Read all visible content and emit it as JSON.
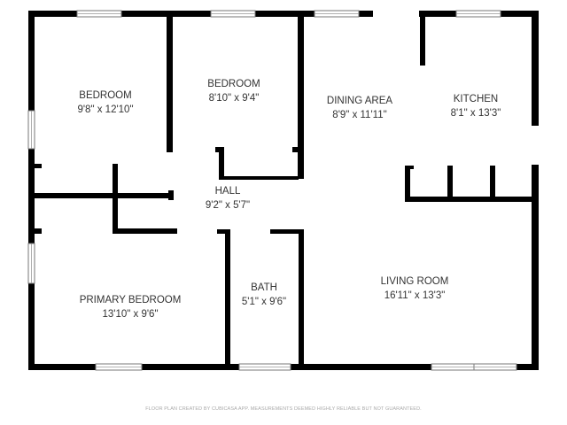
{
  "rooms": [
    {
      "name": "BEDROOM",
      "size": "9'8\" x 12'10\""
    },
    {
      "name": "BEDROOM",
      "size": "8'10\" x 9'4\""
    },
    {
      "name": "DINING AREA",
      "size": "8'9\" x 11'11\""
    },
    {
      "name": "KITCHEN",
      "size": "8'1\" x 13'3\""
    },
    {
      "name": "HALL",
      "size": "9'2\" x 5'7\""
    },
    {
      "name": "PRIMARY BEDROOM",
      "size": "13'10\" x 9'6\""
    },
    {
      "name": "BATH",
      "size": "5'1\" x 9'6\""
    },
    {
      "name": "LIVING ROOM",
      "size": "16'11\" x 13'3\""
    }
  ],
  "footer": "FLOOR PLAN CREATED BY CUBICASA APP. MEASUREMENTS DEEMED HIGHLY RELIABLE BUT NOT GUARANTEED.",
  "colors": {
    "wall": "#000000",
    "window": "#ffffff",
    "text": "#333333"
  }
}
